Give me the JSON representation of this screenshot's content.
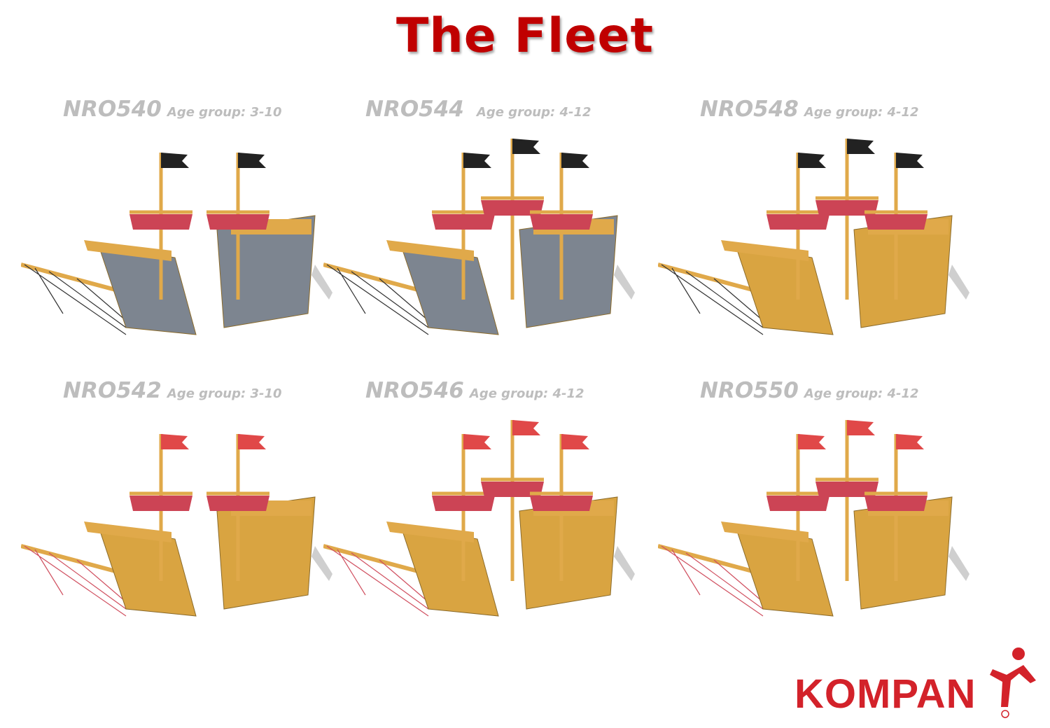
{
  "title": "The Fleet",
  "ships": [
    {
      "code": "NRO540",
      "age": "Age group: 3-10",
      "flag_color": "#222222",
      "hull_color": "#7d8590",
      "masts": 2
    },
    {
      "code": "NRO544",
      "age": "Age group: 4-12",
      "flag_color": "#222222",
      "hull_color": "#7d8590",
      "masts": 3
    },
    {
      "code": "NRO548",
      "age": "Age group: 4-12",
      "flag_color": "#222222",
      "hull_color": "#d9a441",
      "masts": 3
    },
    {
      "code": "NRO542",
      "age": "Age group: 3-10",
      "flag_color": "#e04848",
      "hull_color": "#d9a441",
      "masts": 2
    },
    {
      "code": "NRO546",
      "age": "Age group: 4-12",
      "flag_color": "#e04848",
      "hull_color": "#d9a441",
      "masts": 3
    },
    {
      "code": "NRO550",
      "age": "Age group: 4-12",
      "flag_color": "#e04848",
      "hull_color": "#d9a441",
      "masts": 3
    }
  ],
  "logo": {
    "text": "KOMPAN",
    "color": "#d3222a"
  }
}
